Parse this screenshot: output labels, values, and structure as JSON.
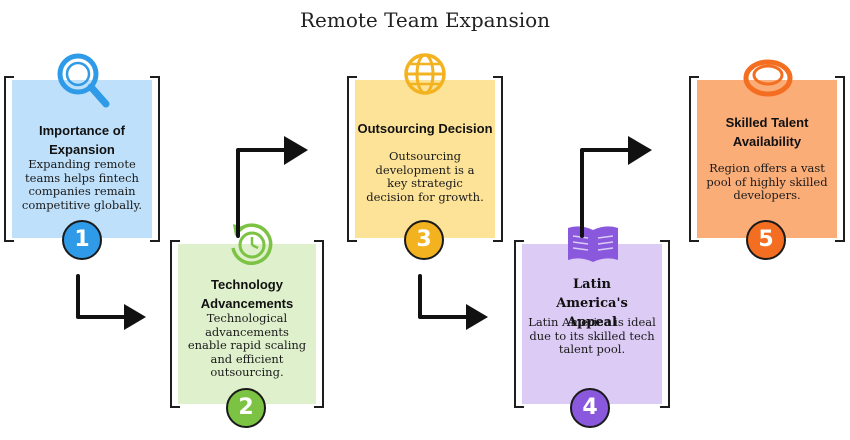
{
  "title": "Remote Team Expansion",
  "colors": {
    "card1": "#bfe0fa",
    "accent1": "#2f9be8",
    "card2": "#dff1cc",
    "accent2": "#7cc243",
    "card3": "#fde398",
    "accent3": "#f3b21f",
    "card4": "#dccbf5",
    "accent4": "#8a58dc",
    "card5": "#fbad78",
    "accent5": "#f36e21"
  },
  "steps": [
    {
      "number": "1",
      "title": "Importance of Expansion",
      "text": "Expanding remote teams helps fintech companies remain competitive globally.",
      "icon": "magnifier-icon"
    },
    {
      "number": "2",
      "title": "Technology Advancements",
      "text": "Technological advancements enable rapid scaling and efficient outsourcing.",
      "icon": "clock-cycle-icon"
    },
    {
      "number": "3",
      "title": "Outsourcing Decision",
      "text": "Outsourcing development is a key strategic decision for growth.",
      "icon": "globe-icon"
    },
    {
      "number": "4",
      "title": "Latin America's Appeal",
      "text": "Latin America is ideal due to its skilled tech talent pool.",
      "icon": "book-icon"
    },
    {
      "number": "5",
      "title": "Skilled Talent Availability",
      "text": "Region offers a vast pool of highly skilled developers.",
      "icon": "ring-icon"
    }
  ]
}
